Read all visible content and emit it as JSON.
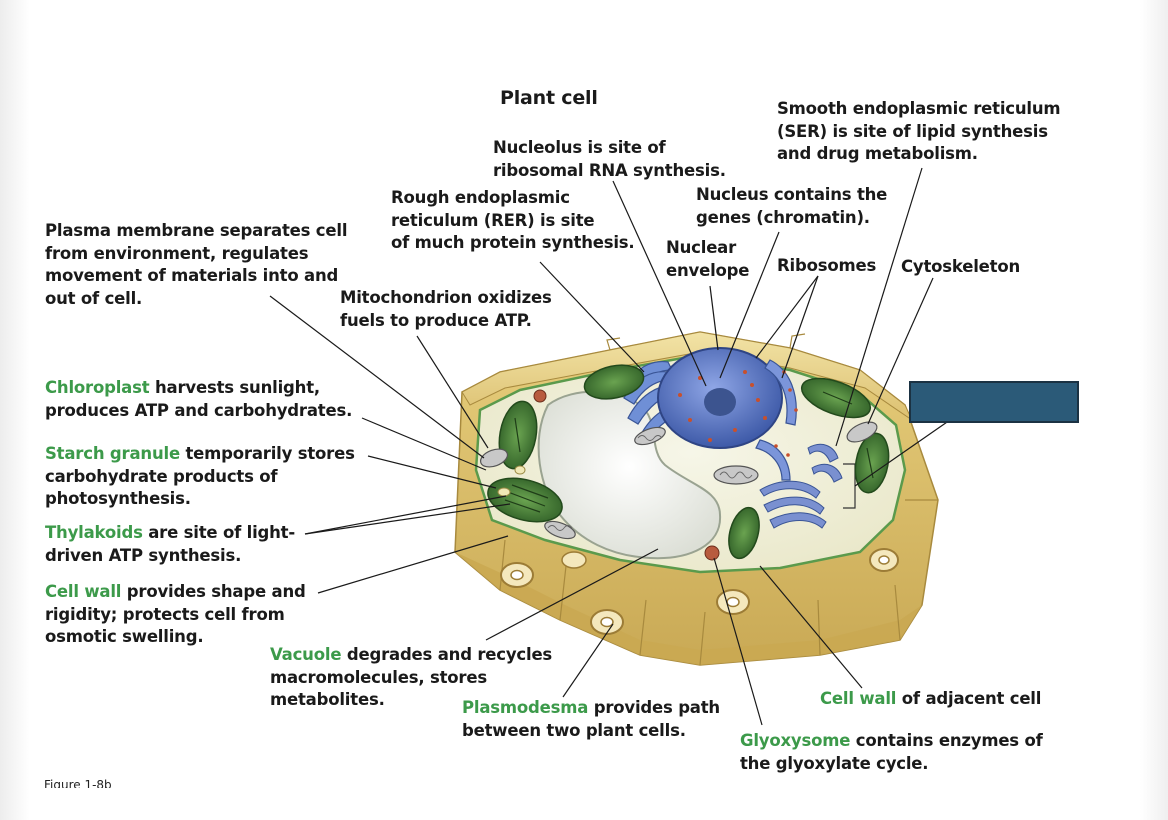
{
  "title": "Plant cell",
  "figure_label": "Figure 1-8b",
  "labels": {
    "ser": "Smooth endoplasmic reticulum\n(SER) is site of lipid synthesis\nand drug metabolism.",
    "nucleolus": "Nucleolus is site of\nribosomal RNA synthesis.",
    "rer": "Rough endoplasmic\nreticulum (RER) is site\nof much protein synthesis.",
    "nucleus": "Nucleus contains the\ngenes (chromatin).",
    "nuclear_envelope": "Nuclear\nenvelope",
    "ribosomes": "Ribosomes",
    "cytoskeleton": "Cytoskeleton",
    "plasma_membrane": "Plasma membrane separates cell\nfrom environment, regulates\nmovement of materials into and\nout of cell.",
    "mitochondrion": "Mitochondrion oxidizes\nfuels to produce ATP.",
    "chloroplast_term": "Chloroplast",
    "chloroplast_rest": " harvests sunlight,\nproduces ATP and carbohydrates.",
    "starch_term": "Starch granule",
    "starch_rest": " temporarily stores\ncarbohydrate products of\nphotosynthesis.",
    "thylakoids_term": "Thylakoids",
    "thylakoids_rest": " are site of light-\ndriven ATP synthesis.",
    "cellwall_term": "Cell wall",
    "cellwall_rest": " provides shape and\nrigidity; protects cell from\nosmotic swelling.",
    "vacuole_term": "Vacuole",
    "vacuole_rest": " degrades and recycles\nmacromolecules, stores\nmetabolites.",
    "plasmodesma_term": "Plasmodesma",
    "plasmodesma_rest": " provides path\nbetween two plant cells.",
    "adjcellwall_term": "Cell wall",
    "adjcellwall_rest": " of adjacent cell",
    "glyoxysome_term": "Glyoxysome",
    "glyoxysome_rest": " contains enzymes of\nthe glyoxylate cycle."
  },
  "colors": {
    "term_green": "#3c9a4a",
    "box_fill": "#2b5a78",
    "cell_wall": "#e6cf82",
    "nucleus": "#5c7dc8",
    "chloroplast": "#3f7a33",
    "vacuole": "#eef0ea"
  },
  "icons": [
    "cell-illustration"
  ]
}
